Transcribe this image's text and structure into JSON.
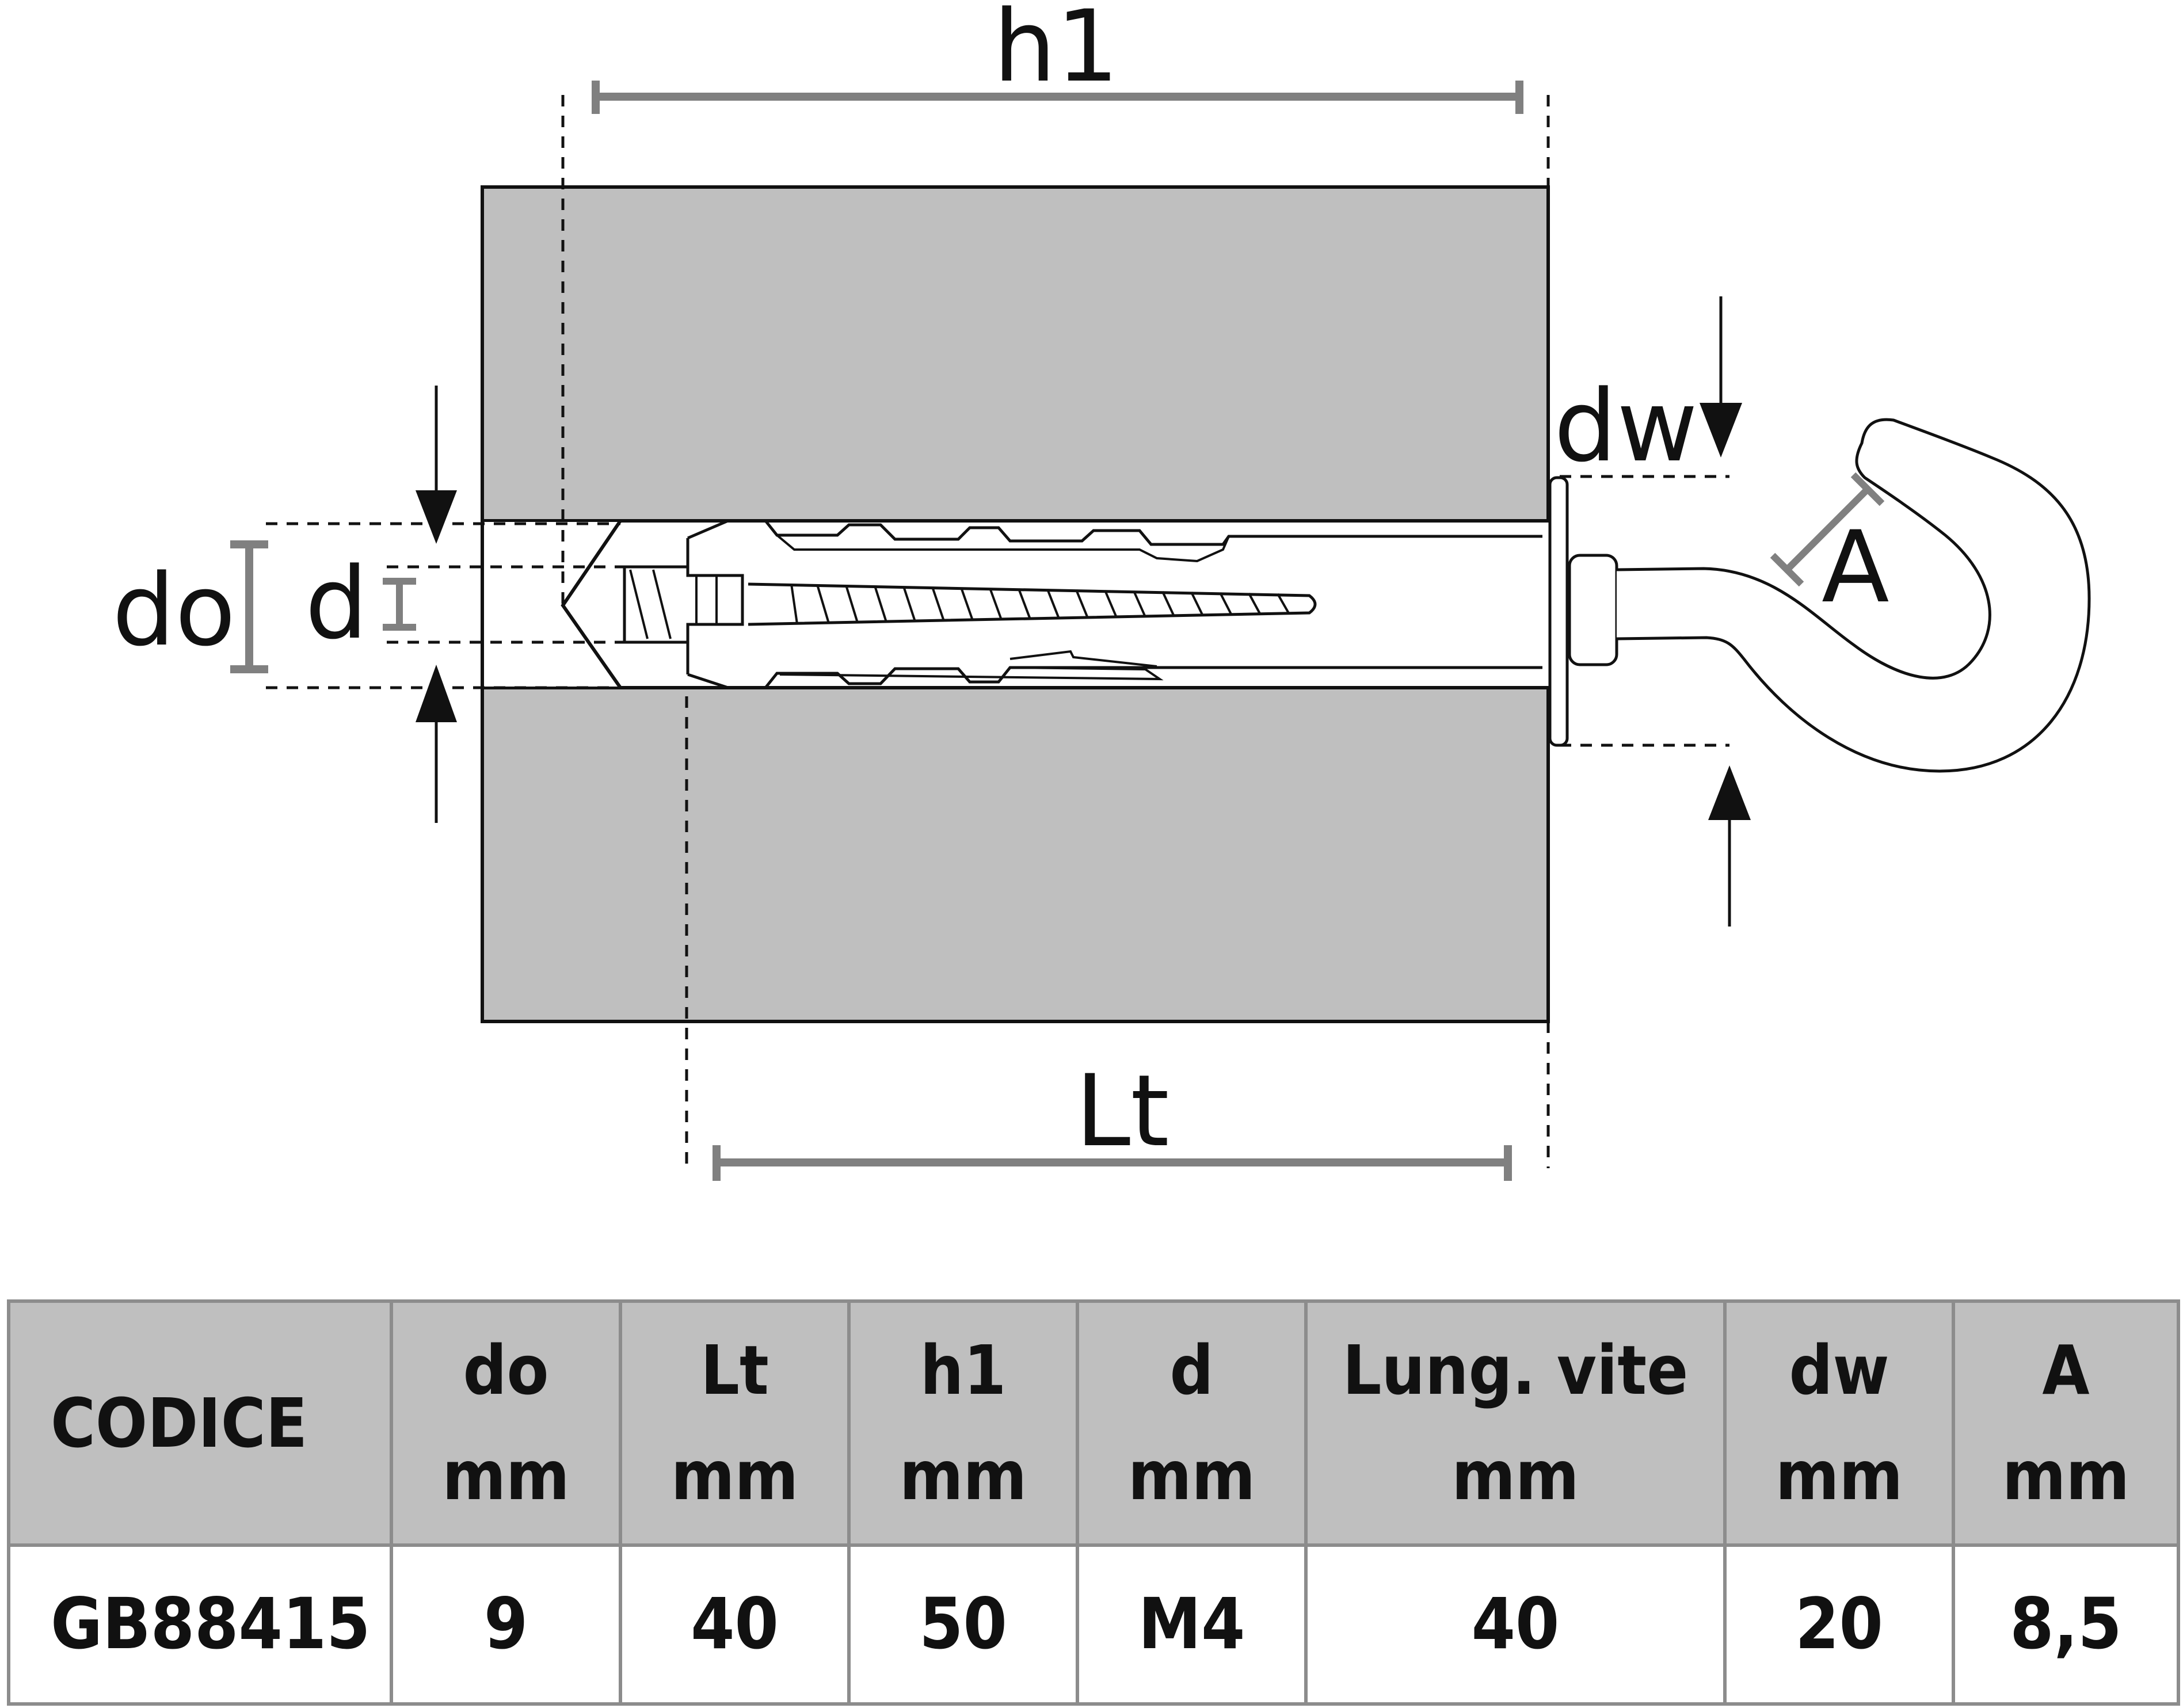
{
  "diagram": {
    "labels": {
      "h1": "h1",
      "Lt": "Lt",
      "do": "do",
      "d": "d",
      "dw": "dw",
      "A": "A"
    },
    "colors": {
      "wall": "#bfbfbf",
      "dimension": "#808080",
      "outline": "#111111"
    }
  },
  "table": {
    "headers": [
      {
        "line1": "CODICE",
        "line2": ""
      },
      {
        "line1": "do",
        "line2": "mm"
      },
      {
        "line1": "Lt",
        "line2": "mm"
      },
      {
        "line1": "h1",
        "line2": "mm"
      },
      {
        "line1": "d",
        "line2": "mm"
      },
      {
        "line1": "Lung. vite",
        "line2": "mm"
      },
      {
        "line1": "dw",
        "line2": "mm"
      },
      {
        "line1": "A",
        "line2": "mm"
      }
    ],
    "rows": [
      [
        "GB88415",
        "9",
        "40",
        "50",
        "M4",
        "40",
        "20",
        "8,5"
      ]
    ]
  }
}
